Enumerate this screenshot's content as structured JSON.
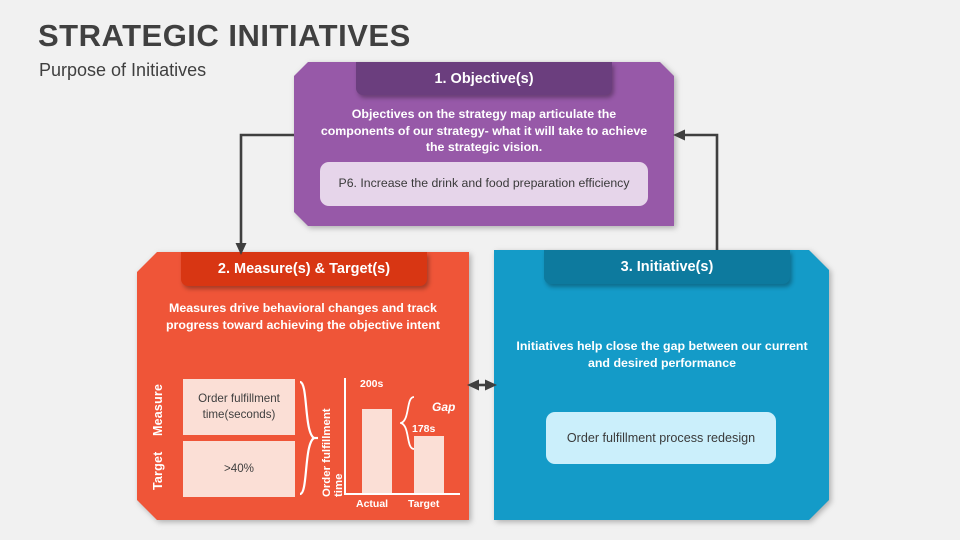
{
  "header": {
    "title": "STRATEGIC INITIATIVES",
    "subtitle": "Purpose of Initiatives"
  },
  "colors": {
    "background": "#f1f1f1",
    "objective_body": "#9759a8",
    "objective_head": "#6b3e7e",
    "objective_chip": "#e6d5ea",
    "measure_body": "#ef5538",
    "measure_head": "#d83613",
    "measure_chip": "#fbdfd6",
    "initiative_body": "#149bc8",
    "initiative_head": "#0d7a9e",
    "initiative_chip": "#cbeffb",
    "connector": "#3f3f3f",
    "title_text": "#404040"
  },
  "objective": {
    "heading": "1. Objective(s)",
    "description": "Objectives on the strategy map articulate the components of our strategy- what it will take to achieve the strategic vision.",
    "chip": "P6. Increase the drink and food preparation efficiency"
  },
  "measure": {
    "heading": "2. Measure(s) & Target(s)",
    "description": "Measures drive behavioral changes and track progress toward achieving the objective intent",
    "row_labels": [
      "Measure",
      "Target"
    ],
    "row_values": [
      "Order fulfillment time(seconds)",
      ">40%"
    ],
    "chart_axis_label": "Order fulfillment time",
    "gap_label": "Gap"
  },
  "initiative": {
    "heading": "3. Initiative(s)",
    "description": "Initiatives help close the gap between our current and desired performance",
    "chip": "Order fulfillment process redesign"
  },
  "chart_data": {
    "type": "bar",
    "title": "",
    "categories": [
      "Actual",
      "Target"
    ],
    "values": [
      200,
      178
    ],
    "value_labels": [
      "200s",
      "178s"
    ],
    "xlabel": "",
    "ylabel": "Order fulfillment time",
    "ylim": [
      0,
      240
    ],
    "grid": false,
    "legend": null,
    "annotations": [
      "Gap"
    ],
    "bar_color": "#fbdfd6",
    "axis_color": "#ffffff"
  }
}
